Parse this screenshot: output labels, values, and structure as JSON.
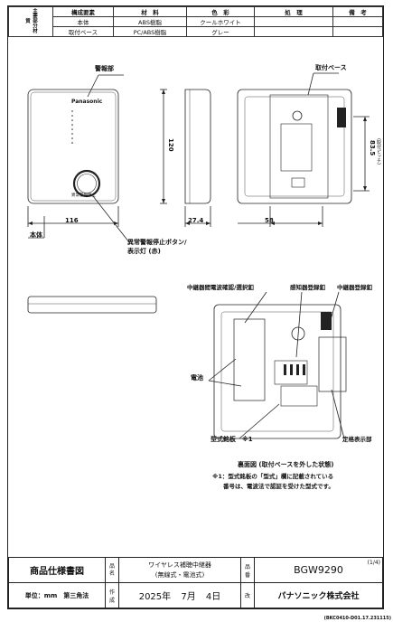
{
  "side_label": "主要部分材質",
  "materials": {
    "headers": [
      "構成要素",
      "材　料",
      "色　彩",
      "処　理",
      "備　考"
    ],
    "rows": [
      [
        "本体",
        "ABS樹脂",
        "クールホワイト",
        "",
        ""
      ],
      [
        "取付ベース",
        "PC/ABS樹脂",
        "グレー",
        "",
        ""
      ]
    ]
  },
  "drawing": {
    "label_alarm_section": "警報部",
    "label_mount_base": "取付ベース",
    "brand": "Panasonic",
    "device_label": "異常警報停止",
    "dim_width_front": "116",
    "dim_height_front": "120",
    "dim_depth_side": "27.4",
    "dim_back_width": "58",
    "dim_pitch": "83.5",
    "dim_pitch_note": "(取付ピッチ)",
    "label_body": "本体",
    "label_button_line1": "異常警報停止ボタン/",
    "label_button_line2": "表示灯 (赤)",
    "label_relay_register": "中継器間電波確認/選択釦",
    "label_sensor_register": "感知器登録釦",
    "label_relay_button": "中継器登録釦",
    "label_battery": "電池",
    "label_model_plate": "型式銘板　※1",
    "label_rating": "定格表示部",
    "back_view_caption": "裏面図 (取付ベースを外した状態)",
    "note_line1": "※1：型式銘板の「型式」欄に記載されている",
    "note_line2": "番号は、電波法で認証を受けた型式です。"
  },
  "title_block": {
    "doc_type": "商品仕様書図",
    "name_label": "品名",
    "product_name_line1": "ワイヤレス補聴中継器",
    "product_name_line2": "(無線式・電池式)",
    "number_label": "品番",
    "product_number": "BGW9290",
    "page": "(1/4)",
    "unit": "単位：mm　第三角法",
    "created_label": "作成",
    "year": "2025年",
    "month": "7月",
    "day": "4日",
    "revision_label": "改",
    "company": "パナソニック株式会社",
    "doc_code": "(BKC0410-D01.17.231115)"
  }
}
